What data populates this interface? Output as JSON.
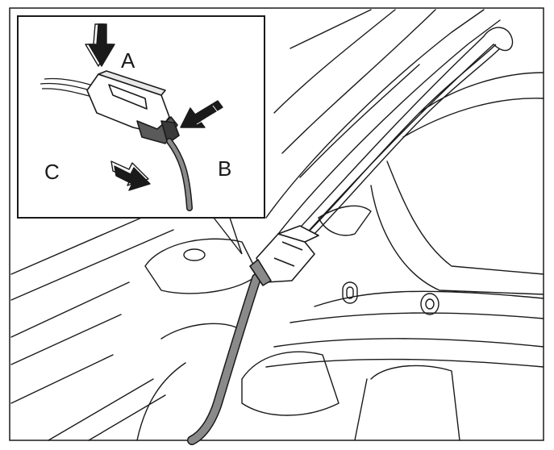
{
  "callout": {
    "labels": [
      {
        "id": "A",
        "text": "A"
      },
      {
        "id": "B",
        "text": "B"
      },
      {
        "id": "C",
        "text": "C"
      }
    ]
  },
  "colors": {
    "line": "#1a1a1a",
    "harness": "#8a8a8a",
    "connector": "#5a5a5a",
    "background": "#ffffff"
  }
}
